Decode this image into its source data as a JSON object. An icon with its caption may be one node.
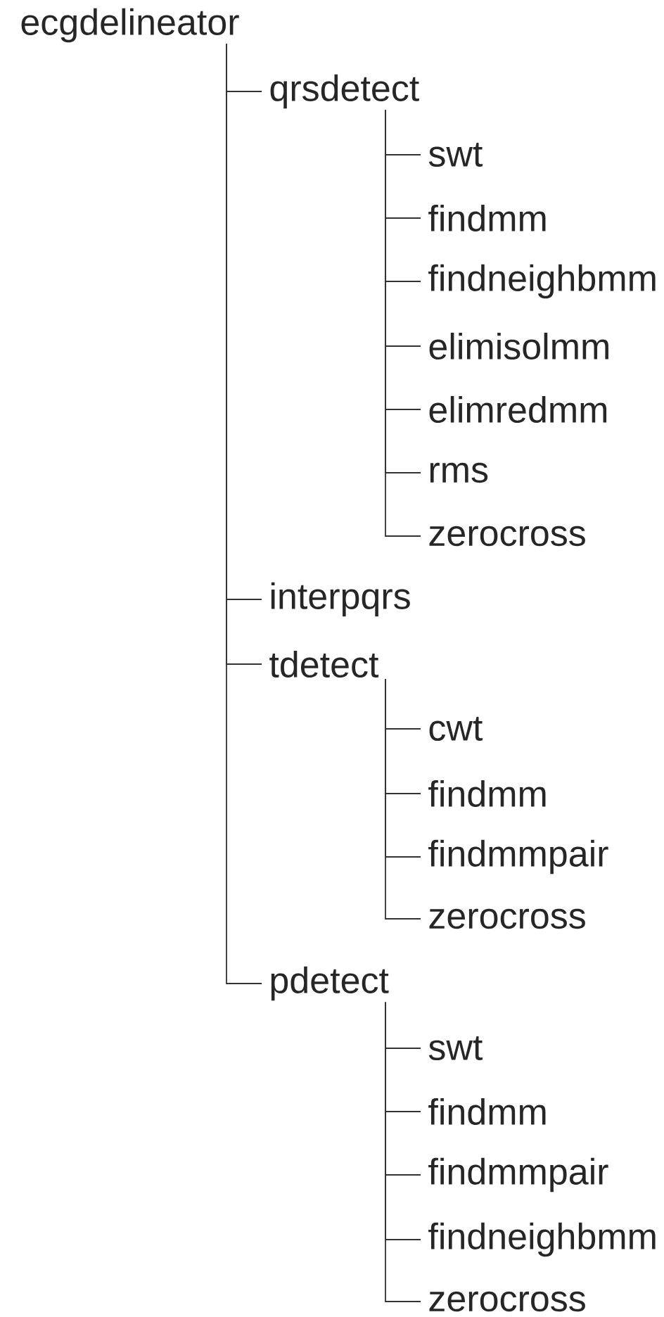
{
  "diagram": {
    "nodes": [
      {
        "text": [
          "ecgdelineator"
        ]
      },
      {
        "text": [
          "qrsdetect"
        ]
      },
      {
        "text": [
          "swt"
        ]
      },
      {
        "text": [
          "findmm"
        ]
      },
      {
        "text": [
          "findneighbmm"
        ]
      },
      {
        "text": [
          "elimisolmm"
        ]
      },
      {
        "text": [
          "elimredmm"
        ]
      },
      {
        "text": [
          "rms"
        ]
      },
      {
        "text": [
          "zerocross"
        ]
      },
      {
        "text": [
          "interpqrs"
        ]
      },
      {
        "text": [
          "tdetect"
        ]
      },
      {
        "text": [
          "cwt"
        ]
      },
      {
        "text": [
          "findmm"
        ]
      },
      {
        "text": [
          "findmmpair"
        ]
      },
      {
        "text": [
          "zerocross"
        ]
      },
      {
        "text": [
          "pdetect"
        ]
      },
      {
        "text": [
          "swt"
        ]
      },
      {
        "text": [
          "findmm"
        ]
      },
      {
        "text": [
          "findmmpair"
        ]
      },
      {
        "text": [
          "findneighbmm"
        ]
      },
      {
        "text": [
          "zerocross"
        ]
      }
    ],
    "edges": [
      {
        "from": 0,
        "to": 1,
        "arrow": "none"
      },
      {
        "from": 1,
        "to": 2,
        "arrow": "none"
      },
      {
        "from": 1,
        "to": 3,
        "arrow": "none"
      },
      {
        "from": 1,
        "to": 4,
        "arrow": "none"
      },
      {
        "from": 1,
        "to": 5,
        "arrow": "none"
      },
      {
        "from": 1,
        "to": 6,
        "arrow": "none"
      },
      {
        "from": 1,
        "to": 7,
        "arrow": "none"
      },
      {
        "from": 1,
        "to": 8,
        "arrow": "none"
      },
      {
        "from": 0,
        "to": 9,
        "arrow": "none"
      },
      {
        "from": 0,
        "to": 10,
        "arrow": "none"
      },
      {
        "from": 10,
        "to": 11,
        "arrow": "none"
      },
      {
        "from": 10,
        "to": 12,
        "arrow": "none"
      },
      {
        "from": 10,
        "to": 13,
        "arrow": "none"
      },
      {
        "from": 10,
        "to": 14,
        "arrow": "none"
      },
      {
        "from": 0,
        "to": 15,
        "arrow": "none"
      },
      {
        "from": 15,
        "to": 16,
        "arrow": "none"
      },
      {
        "from": 15,
        "to": 17,
        "arrow": "none"
      },
      {
        "from": 15,
        "to": 18,
        "arrow": "none"
      },
      {
        "from": 15,
        "to": 19,
        "arrow": "none"
      },
      {
        "from": 15,
        "to": 20,
        "arrow": "none"
      }
    ]
  }
}
